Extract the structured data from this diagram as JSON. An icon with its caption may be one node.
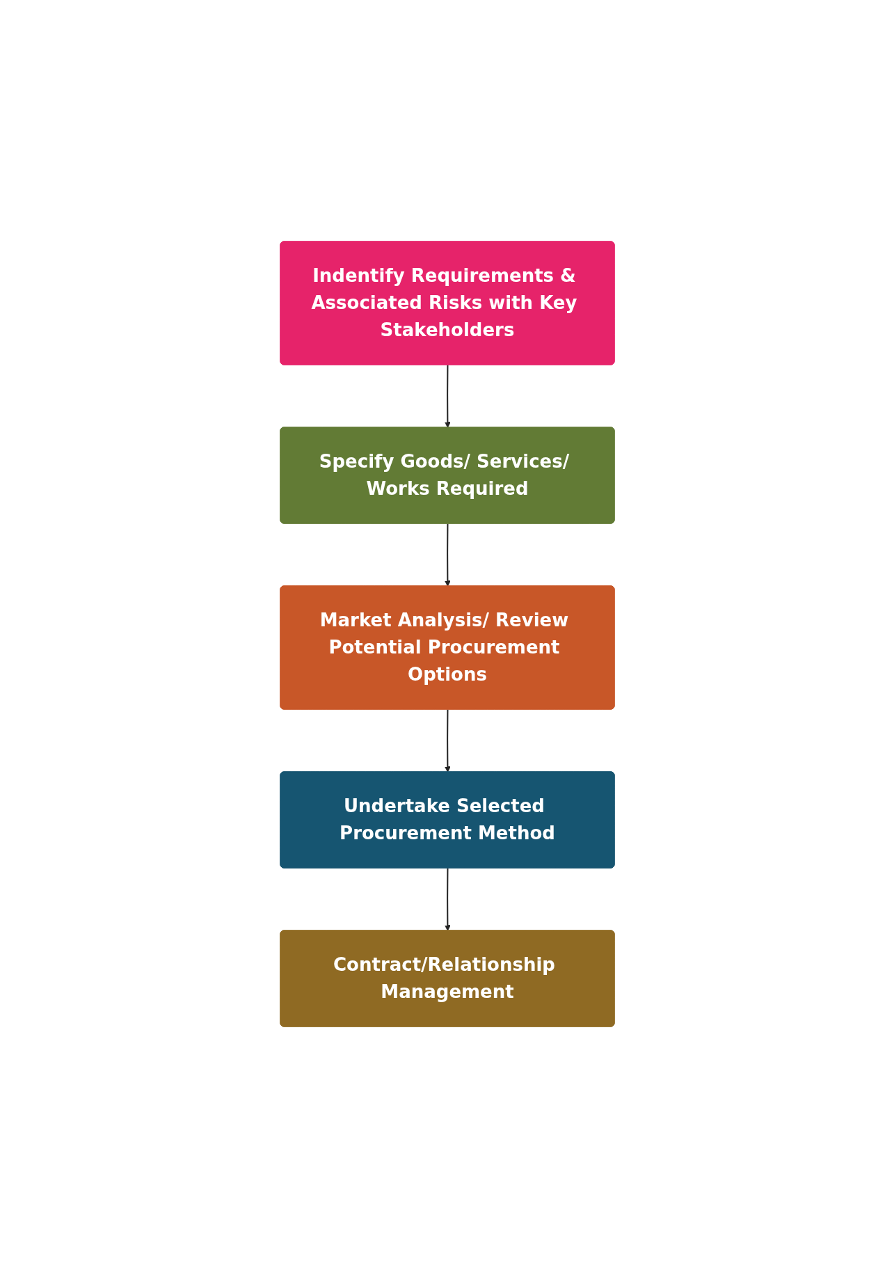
{
  "diagram": {
    "nodes": [
      {
        "text": [
          "Indentify Requirements & Associated Risks with Key Stakeholders"
        ]
      },
      {
        "text": [
          "Specify Goods/ Services/ Works Required"
        ]
      },
      {
        "text": [
          "Market Analysis/ Review Potential Procurement Options"
        ]
      },
      {
        "text": [
          "Undertake Selected Procurement Method"
        ]
      },
      {
        "text": [
          "Contract/Relationship Management"
        ]
      }
    ],
    "edges": [
      {
        "from": 0,
        "to": 1,
        "arrow": "to"
      },
      {
        "from": 1,
        "to": 2,
        "arrow": "to"
      },
      {
        "from": 2,
        "to": 3,
        "arrow": "to"
      },
      {
        "from": 3,
        "to": 4,
        "arrow": "to"
      }
    ]
  }
}
